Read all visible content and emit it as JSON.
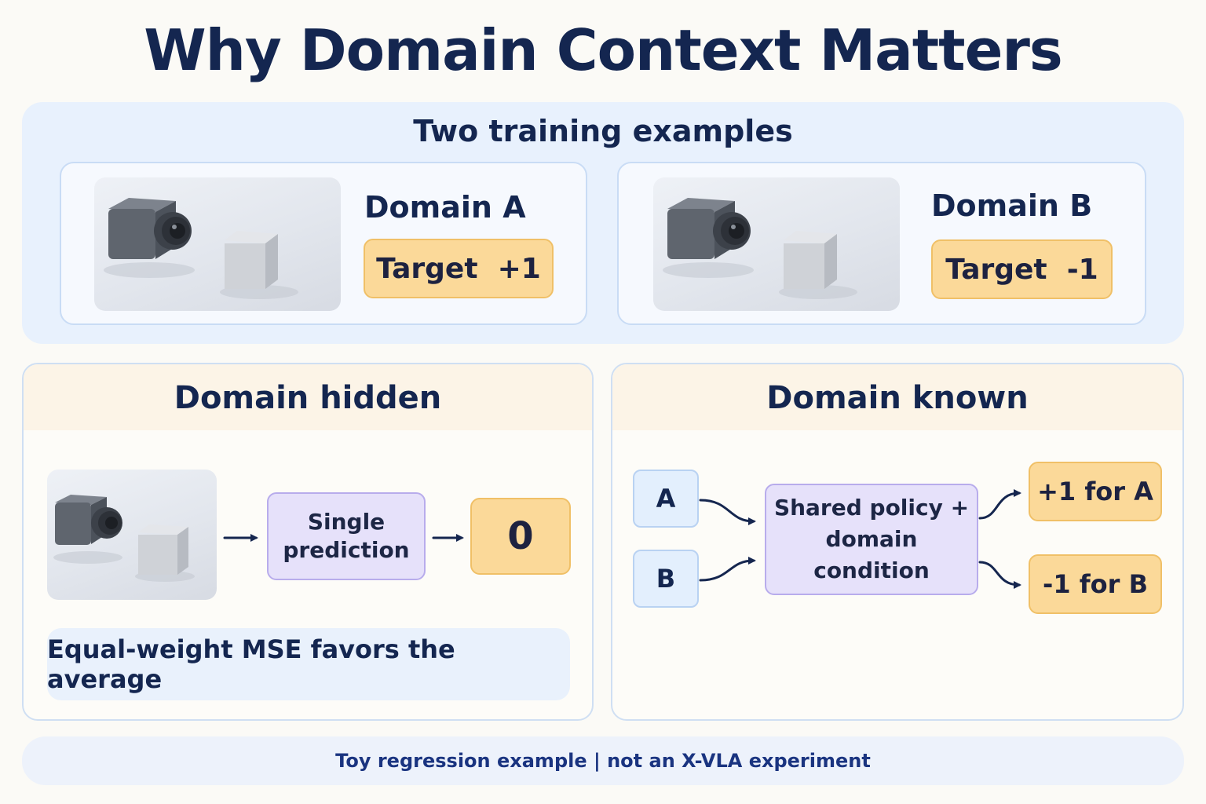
{
  "title": "Why Domain Context Matters",
  "top_section": {
    "heading": "Two training examples",
    "examples": [
      {
        "domain": "Domain A",
        "target": "Target  +1"
      },
      {
        "domain": "Domain B",
        "target": "Target  -1"
      }
    ]
  },
  "hidden_panel": {
    "title": "Domain hidden",
    "prediction_line1": "Single",
    "prediction_line2": "prediction",
    "output": "0",
    "note": "Equal-weight MSE favors the average"
  },
  "known_panel": {
    "title": "Domain known",
    "inputs": [
      "A",
      "B"
    ],
    "policy_line1": "Shared policy +",
    "policy_line2": "domain condition",
    "outputs": [
      "+1 for A",
      "-1 for B"
    ]
  },
  "footer": "Toy regression example | not an X-VLA experiment",
  "colors": {
    "navy": "#142650",
    "target_fill": "#fbd999",
    "purple_fill": "#e6e1fa",
    "blue_panel": "#e8f1fd"
  }
}
